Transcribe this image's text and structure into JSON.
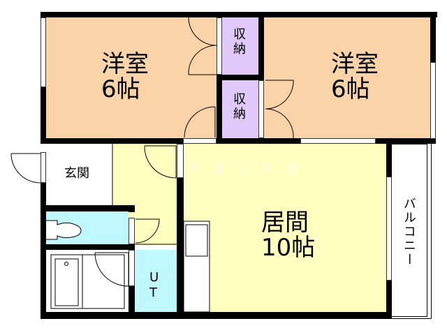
{
  "floor_plan": {
    "rooms": [
      {
        "id": "western-room-left",
        "name": "洋室",
        "size": "6帖",
        "color": "#FBD3A8"
      },
      {
        "id": "western-room-right",
        "name": "洋室",
        "size": "6帖",
        "color": "#FBD3A8"
      },
      {
        "id": "closet-upper",
        "name": "収\n納",
        "color": "#E0C8F8"
      },
      {
        "id": "closet-lower",
        "name": "収\n納",
        "color": "#E0C8F8"
      },
      {
        "id": "entrance",
        "name": "玄関",
        "color": "#FFFFFF"
      },
      {
        "id": "living",
        "name": "居間",
        "size": "10帖",
        "color": "#FFFFC0"
      },
      {
        "id": "utility",
        "name": "UT",
        "color": "#C0F8FF"
      },
      {
        "id": "toilet",
        "name": "",
        "color": "#C0F8FF"
      },
      {
        "id": "bath",
        "name": "",
        "color": "#FFFFFF"
      },
      {
        "id": "balcony",
        "name": "バルコニー",
        "color": "#FFFFFF"
      }
    ],
    "labels": {
      "west_left_name": "洋室",
      "west_left_size": "6帖",
      "west_right_name": "洋室",
      "west_right_size": "6帖",
      "closet_upper_1": "収",
      "closet_upper_2": "納",
      "closet_lower_1": "収",
      "closet_lower_2": "納",
      "entrance": "玄関",
      "living_name": "居間",
      "living_size": "10帖",
      "utility_1": "U",
      "utility_2": "T",
      "balcony": "バルコニー"
    },
    "watermark": "o g j o g",
    "colors": {
      "western": "#FBD3A8",
      "closet": "#E0C8F8",
      "living": "#FFFFC0",
      "wet": "#C0F8FF",
      "wall": "#000000"
    }
  }
}
